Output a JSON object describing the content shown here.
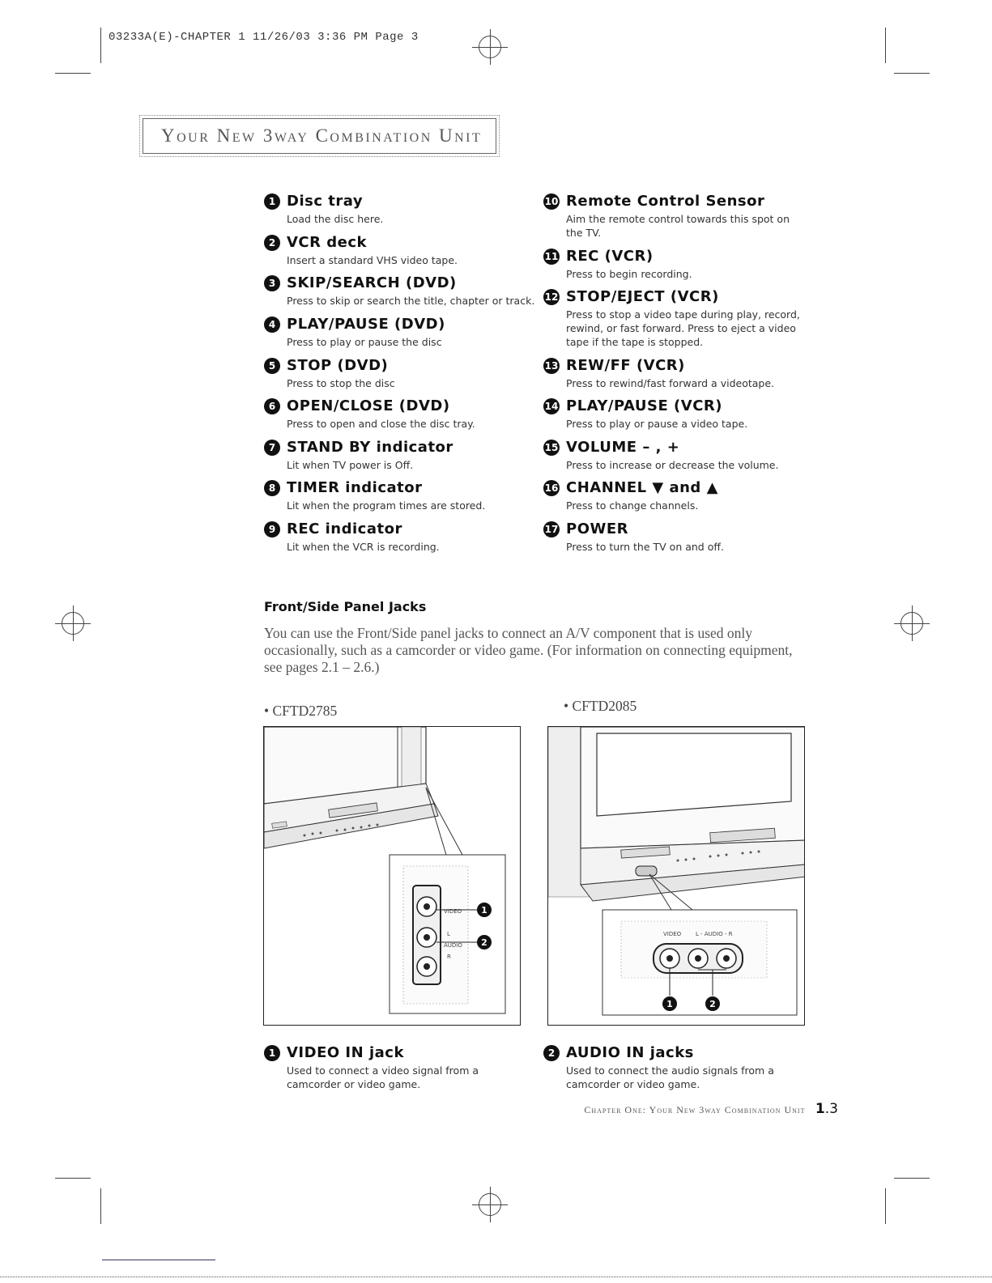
{
  "slug": "03233A(E)-CHAPTER 1   11/26/03   3:36 PM   Page 3",
  "title": "Your New 3way Combination Unit",
  "left_items": [
    {
      "num": "1",
      "title": "Disc tray",
      "desc": "Load the disc here."
    },
    {
      "num": "2",
      "title": "VCR deck",
      "desc": "Insert a standard VHS video tape."
    },
    {
      "num": "3",
      "title": "SKIP/SEARCH (DVD)",
      "desc": "Press to skip or search the title, chapter or track."
    },
    {
      "num": "4",
      "title": "PLAY/PAUSE (DVD)",
      "desc": "Press to play or pause the disc"
    },
    {
      "num": "5",
      "title": "STOP (DVD)",
      "desc": "Press to stop the disc"
    },
    {
      "num": "6",
      "title": "OPEN/CLOSE (DVD)",
      "desc": "Press to open and close the disc tray."
    },
    {
      "num": "7",
      "title": "STAND BY indicator",
      "desc": "Lit when TV power is Off."
    },
    {
      "num": "8",
      "title": "TIMER indicator",
      "desc": "Lit when the program times are stored."
    },
    {
      "num": "9",
      "title": "REC indicator",
      "desc": "Lit when the VCR is recording."
    }
  ],
  "right_items": [
    {
      "num": "10",
      "title": "Remote Control Sensor",
      "desc": "Aim the remote control towards this spot on the TV."
    },
    {
      "num": "11",
      "title": "REC (VCR)",
      "desc": "Press to begin recording."
    },
    {
      "num": "12",
      "title": "STOP/EJECT (VCR)",
      "desc": "Press to stop a video tape during play, record, rewind, or fast forward. Press to eject a video tape if the tape is stopped."
    },
    {
      "num": "13",
      "title": "REW/FF (VCR)",
      "desc": "Press to rewind/fast forward a videotape."
    },
    {
      "num": "14",
      "title": "PLAY/PAUSE (VCR)",
      "desc": "Press to play or pause a video tape."
    },
    {
      "num": "15",
      "title": "VOLUME – , +",
      "desc": "Press to increase or decrease the volume."
    },
    {
      "num": "16",
      "title": "CHANNEL ▼ and ▲",
      "desc": "Press to change channels."
    },
    {
      "num": "17",
      "title": "POWER",
      "desc": "Press to turn the TV on and off."
    }
  ],
  "section": {
    "heading": "Front/Side Panel Jacks",
    "intro": "You can use the Front/Side panel jacks to connect an A/V component that is used only occasionally, such as a camcorder or video game. (For information on connecting equipment, see pages 2.1 – 2.6.)"
  },
  "figures": {
    "left_model": "• CFTD2785",
    "right_model": "• CFTD2085",
    "labels": {
      "video": "VIDEO",
      "audio": "AUDIO",
      "l_audio_r": "L - AUDIO - R",
      "l": "L",
      "r": "R"
    },
    "callout_1": "1",
    "callout_2": "2"
  },
  "jacks": [
    {
      "num": "1",
      "title": "VIDEO IN jack",
      "desc": "Used to connect a video signal from a camcorder or video game."
    },
    {
      "num": "2",
      "title": "AUDIO IN jacks",
      "desc": "Used to connect the audio signals from a camcorder or video game."
    }
  ],
  "footer": {
    "chapter": "Chapter One: Your New 3way Combination Unit",
    "page_major": "1",
    "page_minor": ".3"
  }
}
